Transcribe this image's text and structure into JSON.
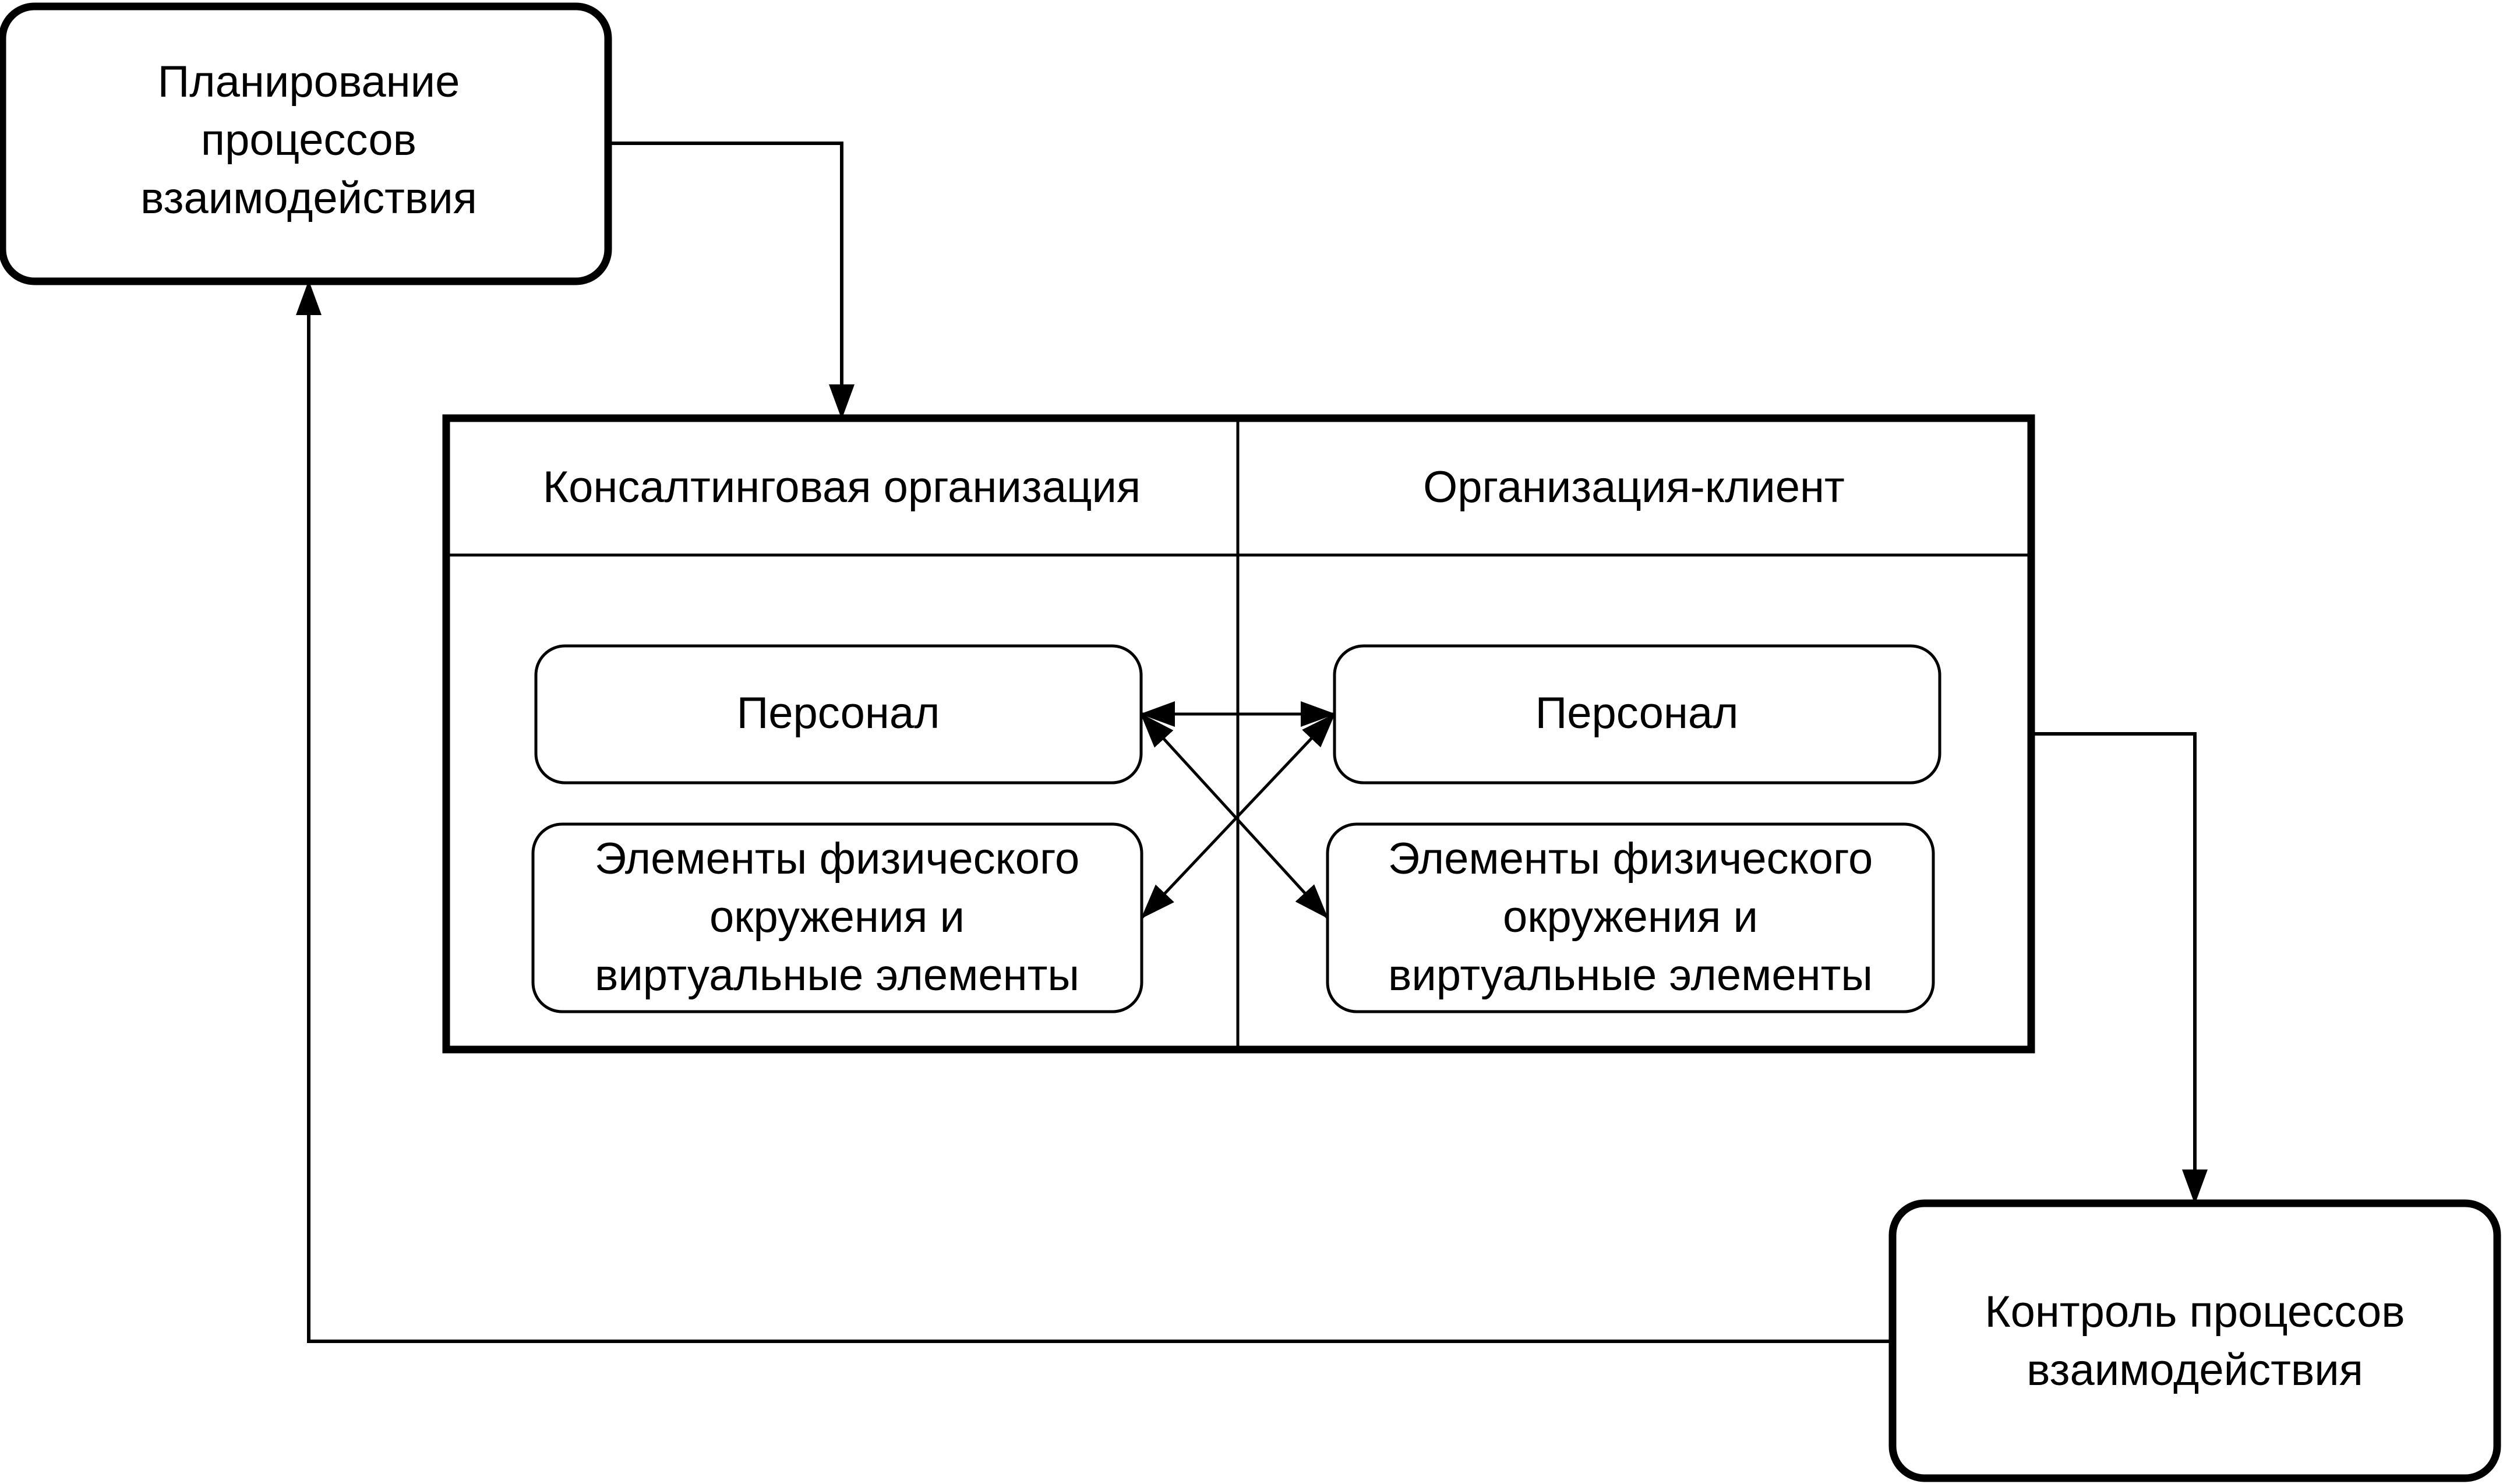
{
  "colors": {
    "stroke": "#000000",
    "background": "#ffffff"
  },
  "planning": {
    "line1": "Планирование",
    "line2": "процессов",
    "line3": "взаимодействия"
  },
  "control": {
    "line1": "Контроль процессов",
    "line2": "взаимодействия"
  },
  "interaction_table": {
    "left_header": "Консалтинговая организация",
    "right_header": "Организация-клиент",
    "left": {
      "personnel": "Персонал",
      "elements_line1": "Элементы физического",
      "elements_line2": "окружения и",
      "elements_line3": "виртуальные элементы"
    },
    "right": {
      "personnel": "Персонал",
      "elements_line1": "Элементы физического",
      "elements_line2": "окружения и",
      "elements_line3": "виртуальные элементы"
    }
  }
}
